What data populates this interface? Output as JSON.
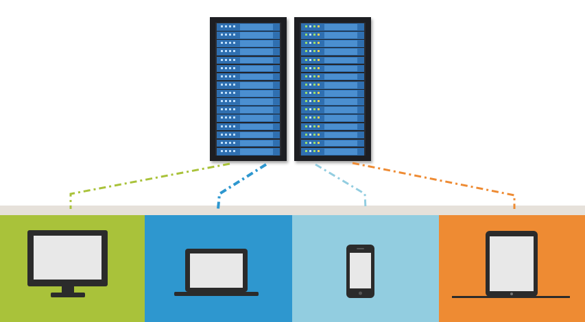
{
  "diagram": {
    "servers": [
      {
        "name": "server-rack-left",
        "units": 16
      },
      {
        "name": "server-rack-right",
        "units": 16
      }
    ],
    "devices": [
      {
        "name": "monitor",
        "icon": "monitor-icon",
        "bg": "#a9c23a",
        "line": "#a9c23a"
      },
      {
        "name": "laptop",
        "icon": "laptop-icon",
        "bg": "#2e97cf",
        "line": "#2e97cf"
      },
      {
        "name": "phone",
        "icon": "phone-icon",
        "bg": "#92cde0",
        "line": "#92cde0"
      },
      {
        "name": "tablet",
        "icon": "tablet-icon",
        "bg": "#ee8b33",
        "line": "#ee8b33"
      }
    ],
    "colors": {
      "rack_frame": "#1d1e22",
      "rack_unit": "#2f6fb0",
      "rack_panel": "#4b8fd0",
      "rail": "#e6e1da",
      "device_body": "#2b2b2b",
      "device_screen": "#e8e8e8"
    }
  }
}
